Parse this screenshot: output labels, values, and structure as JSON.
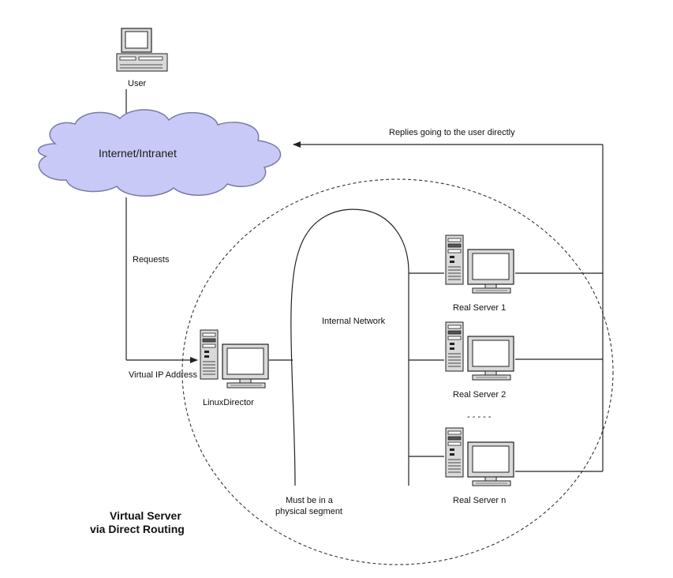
{
  "colors": {
    "cloud_fill": "#c9c9f7",
    "cloud_stroke": "#7a7aa8",
    "line": "#222222",
    "monitor_screen": "#ffffff",
    "device_body": "#d9d9d9"
  },
  "nodes": {
    "user": {
      "label": "User",
      "icon": "desktop-computer-icon"
    },
    "internet": {
      "label": "Internet/Intranet",
      "icon": "cloud-icon"
    },
    "director": {
      "label": "LinuxDirector",
      "icon": "server-workstation-icon"
    },
    "internal_network": {
      "label": "Internal Network"
    },
    "real_server_1": {
      "label": "Real Server 1",
      "icon": "server-workstation-icon"
    },
    "real_server_2": {
      "label": "Real Server 2",
      "icon": "server-workstation-icon"
    },
    "real_server_n": {
      "label": "Real Server n",
      "icon": "server-workstation-icon"
    },
    "ellipsis": "- - - - -"
  },
  "edges": {
    "requests": "Requests",
    "replies": "Replies going to the user directly",
    "virtual_ip": "Virtual IP Address"
  },
  "notes": {
    "segment_line1": "Must be in a",
    "segment_line2": "physical segment"
  },
  "title": {
    "line1": "Virtual Server",
    "line2": "via Direct Routing"
  }
}
